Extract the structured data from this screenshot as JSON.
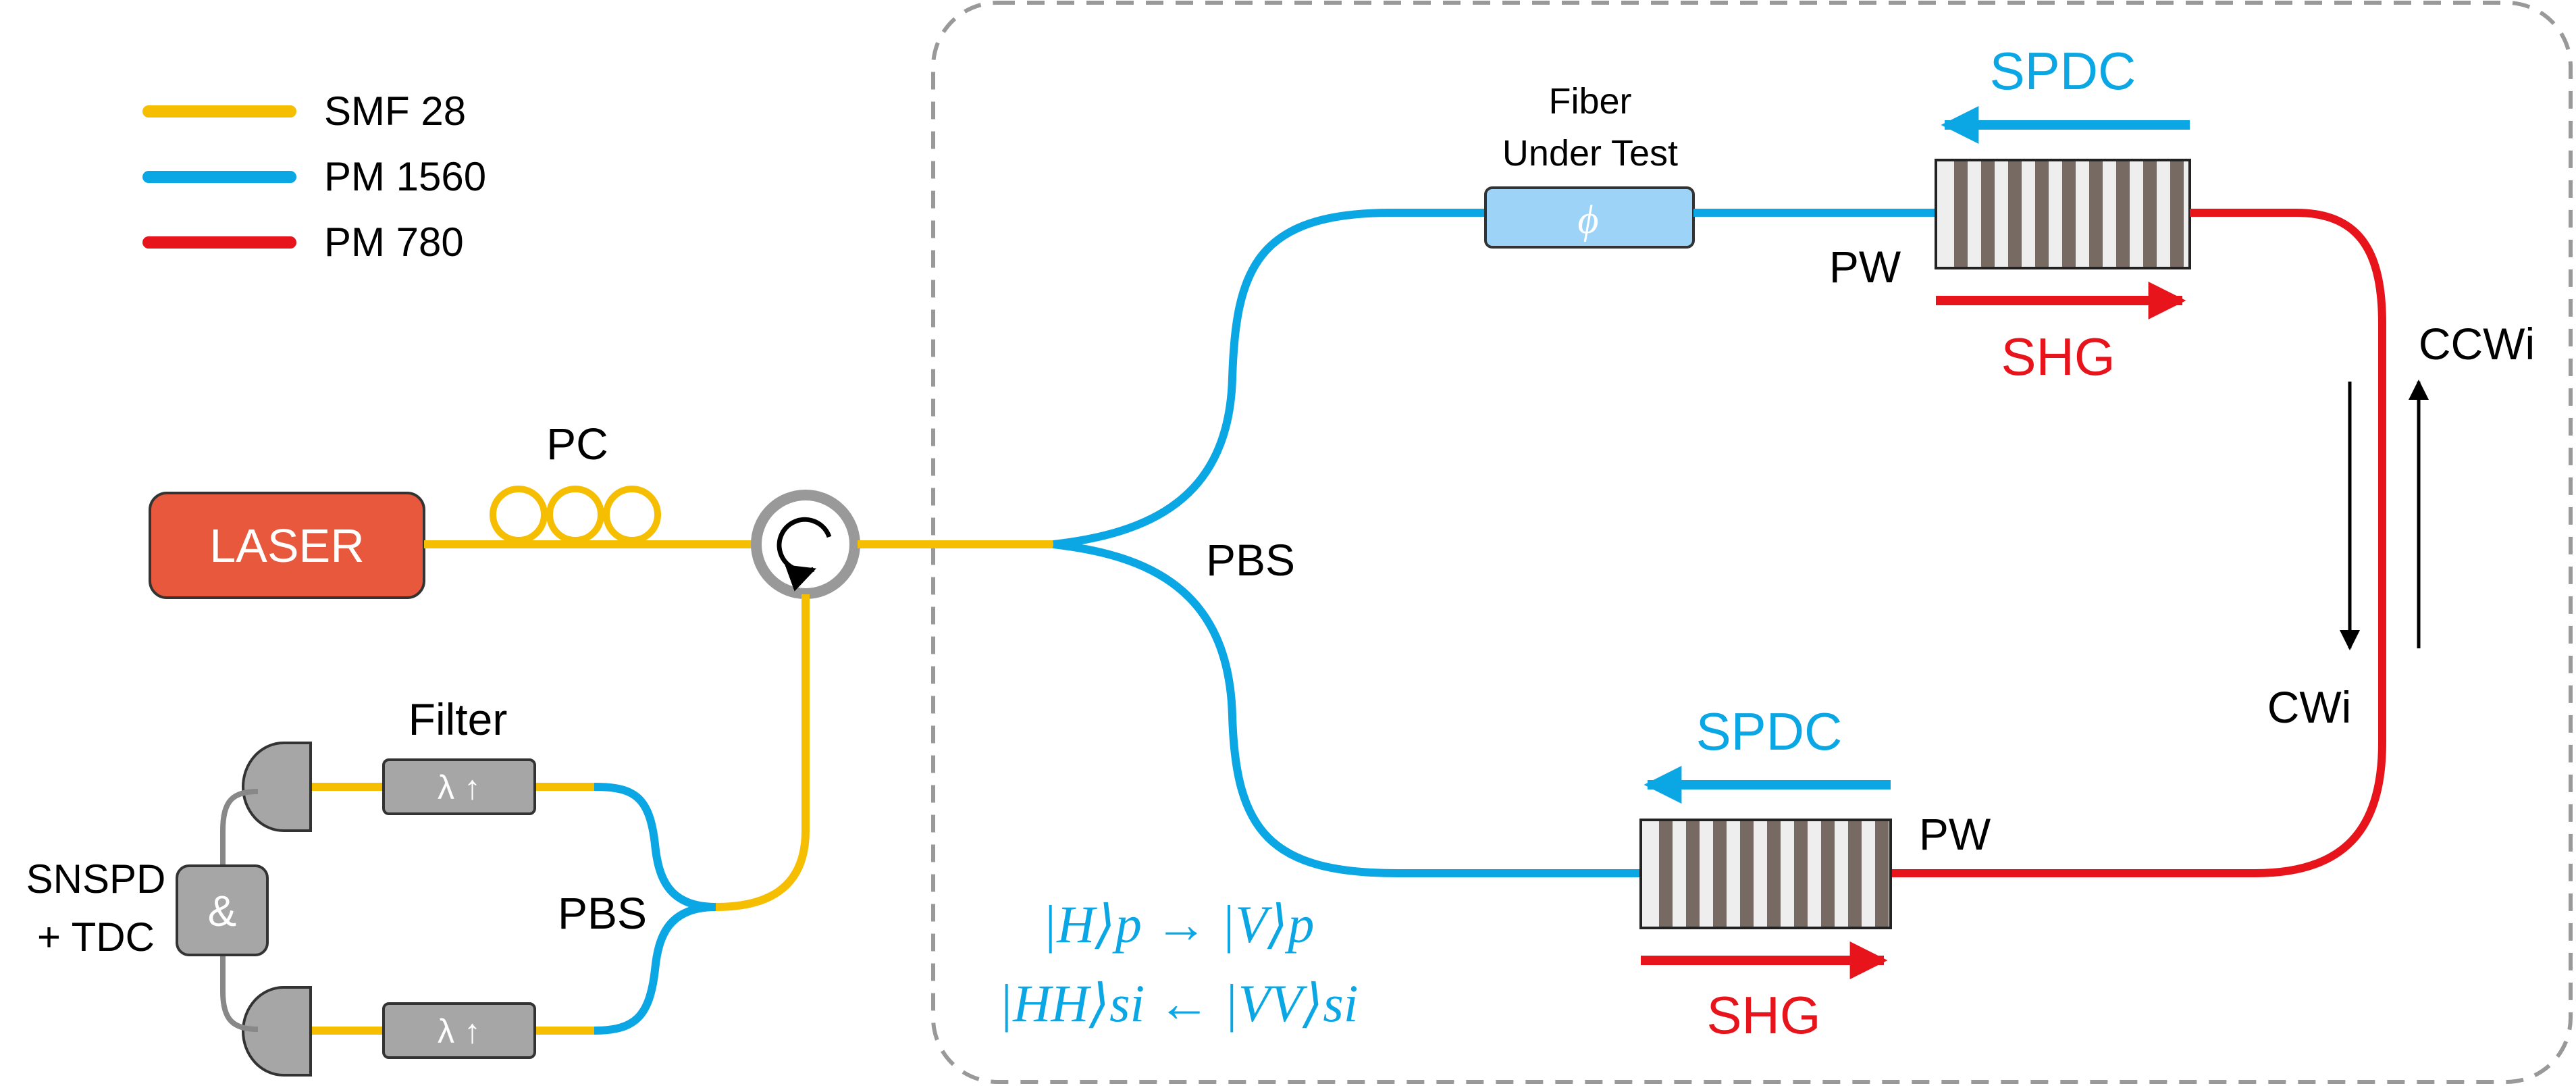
{
  "legend": [
    {
      "label": "SMF 28",
      "color": "#F5BE00"
    },
    {
      "label": "PM 1560",
      "color": "#0AA7E4"
    },
    {
      "label": "PM 780",
      "color": "#E8141B"
    }
  ],
  "colors": {
    "smf": "#F5BE00",
    "pm1560": "#0AA7E4",
    "pm780": "#E8141B",
    "laser_fill": "#E8583C",
    "gray_component": "#A6A6A6",
    "phase_box": "#9DD3F7",
    "waveguide_stripe": "#776A63"
  },
  "labels": {
    "laser": "LASER",
    "pc": "PC",
    "pbs_main": "PBS",
    "pbs_detect": "PBS",
    "filter": "Filter",
    "filter_glyph": "λ ↑",
    "snspd_line1": "SNSPD",
    "snspd_line2": "+ TDC",
    "coincidence": "&",
    "fut_line1": "Fiber",
    "fut_line2": "Under Test",
    "phase": "ϕ",
    "pw_top": "PW",
    "pw_bottom": "PW",
    "spdc_top": "SPDC",
    "shg_top": "SHG",
    "spdc_bottom": "SPDC",
    "shg_bottom": "SHG",
    "ccwi": "CCWi",
    "cwi": "CWi"
  },
  "equations": {
    "line1": "|H⟩p → |V⟩p",
    "line2": "|HH⟩si ← |VV⟩si"
  }
}
